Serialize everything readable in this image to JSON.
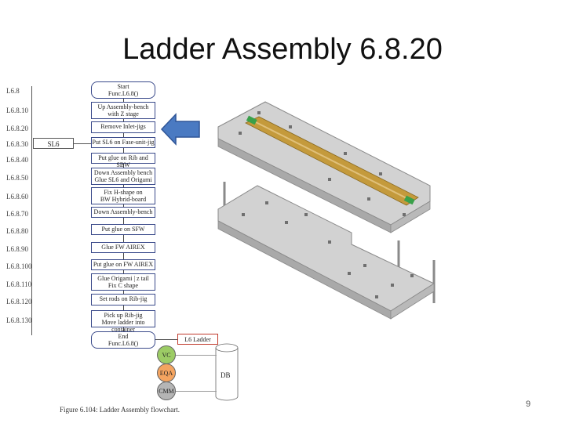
{
  "slide": {
    "title": "Ladder Assembly 6.8.20",
    "page_number": "9"
  },
  "flowchart": {
    "steps": [
      {
        "code": "L6.8",
        "text": "Start\nFunc.L6.8()",
        "kind": "terminal"
      },
      {
        "code": "L6.8.10",
        "text": "Up Assembly-bench\nwith Z stage",
        "kind": "process"
      },
      {
        "code": "L6.8.20",
        "text": "Remove Inlet-jigs",
        "kind": "process"
      },
      {
        "code": "L6.8.30",
        "text": "Put SL6 on Fase-unit-jig",
        "kind": "process"
      },
      {
        "code": "L6.8.40",
        "text": "Put glue on Rib and SBW",
        "kind": "process"
      },
      {
        "code": "L6.8.50",
        "text": "Down Assembly bench\nGlue SL6 and Origami",
        "kind": "process"
      },
      {
        "code": "L6.8.60",
        "text": "Fix H-shape on\nBW Hybrid-board",
        "kind": "process"
      },
      {
        "code": "L6.8.70",
        "text": "Down Assembly-bench",
        "kind": "process"
      },
      {
        "code": "L6.8.80",
        "text": "Put glue on SFW",
        "kind": "process"
      },
      {
        "code": "L6.8.90",
        "text": "Glue FW AIREX",
        "kind": "process"
      },
      {
        "code": "L6.8.100",
        "text": "Put glue on FW AIREX",
        "kind": "process"
      },
      {
        "code": "L6.8.110",
        "text": "Glue Origami | z tail\nFix C shape",
        "kind": "process"
      },
      {
        "code": "L6.8.120",
        "text": "Set rods on Rib-jig",
        "kind": "process"
      },
      {
        "code": "L6.8.130",
        "text": "Pick up Rib-jig\nMove ladder into container",
        "kind": "process"
      },
      {
        "code": "",
        "text": "End\nFunc.L6.8()",
        "kind": "terminal"
      }
    ],
    "side_input": "SL6",
    "output_label": "L6 Ladder",
    "checks": [
      {
        "label": "VC",
        "color": "#9ccc65"
      },
      {
        "label": "EQA",
        "color": "#f4a460"
      },
      {
        "label": "CMM",
        "color": "#b5b5b5"
      }
    ],
    "database_label": "DB",
    "caption": "Figure 6.104:   Ladder Assembly flowchart."
  },
  "colors": {
    "arrow": "#4a7ac2",
    "arrow_border": "#2f5597",
    "box_border": "#3a4a8a",
    "bench": "#c8c8c8",
    "ladder": "#c49a3c"
  }
}
